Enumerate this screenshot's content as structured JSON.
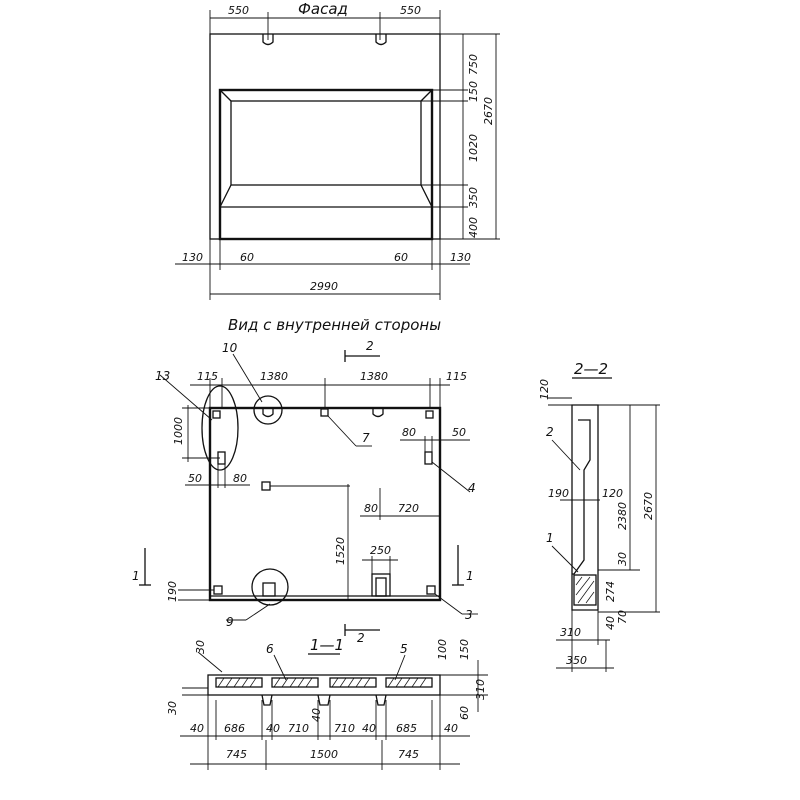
{
  "titles": {
    "facade": "Фасад",
    "inner_view": "Вид с внутренней стороны",
    "section_11": "1—1",
    "section_22": "2—2"
  },
  "section_marks": {
    "one": "1",
    "two": "2"
  },
  "facade_dims": {
    "top_left": "550",
    "top_right": "550",
    "h_750": "750",
    "h_150": "150",
    "h_1020": "1020",
    "h_350": "350",
    "h_400": "400",
    "h_total": "2670",
    "b_130_left": "130",
    "b_60_left": "60",
    "b_60_right": "60",
    "b_130_right": "130",
    "width_total": "2990"
  },
  "inner_dims": {
    "top_115_left": "115",
    "top_1380_left": "1380",
    "top_1380_right": "1380",
    "top_115_right": "115",
    "h_1000": "1000",
    "d_50_left": "50",
    "d_80_left": "80",
    "d_80_right": "80",
    "d_50_right": "50",
    "d_80_mid": "80",
    "d_720": "720",
    "h_1520": "1520",
    "w_250": "250",
    "h_190": "190"
  },
  "callouts": [
    "1",
    "2",
    "3",
    "4",
    "5",
    "6",
    "7",
    "9",
    "10",
    "13"
  ],
  "section11_dims": {
    "d_30_top": "30",
    "d_100": "100",
    "d_150": "150",
    "d_310": "310",
    "d_30_side": "30",
    "d_60": "60",
    "b_40_a": "40",
    "b_686": "686",
    "b_40_b": "40",
    "b_710_a": "710",
    "b_40_c": "40",
    "b_710_b": "710",
    "b_40_d": "40",
    "b_685": "685",
    "b_40_e": "40",
    "t_745_left": "745",
    "t_1500": "1500",
    "t_745_right": "745"
  },
  "section22_dims": {
    "d_120_top": "120",
    "d_190": "190",
    "d_120": "120",
    "d_2380": "2380",
    "d_2670": "2670",
    "d_30": "30",
    "d_274": "274",
    "d_70": "70",
    "d_40": "40",
    "d_310": "310",
    "d_350": "350"
  }
}
